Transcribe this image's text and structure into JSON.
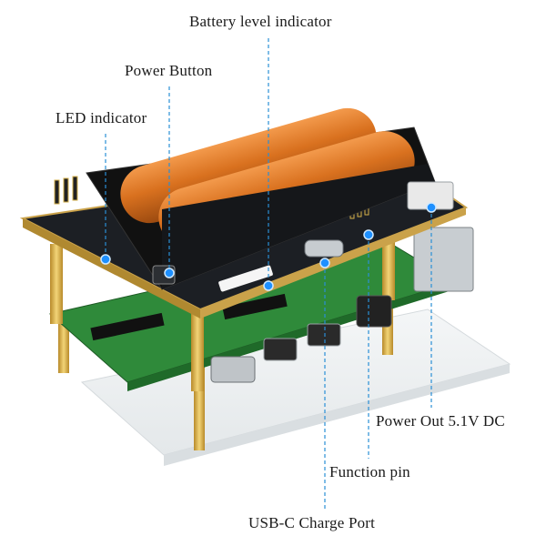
{
  "callouts": {
    "battery_level": "Battery level indicator",
    "power_button": "Power Button",
    "led": "LED indicator",
    "power_out": "Power Out 5.1V DC",
    "function_pin": "Function pin",
    "usbc": "USB-C Charge Port"
  },
  "colors": {
    "pcb": "#1c1f24",
    "pcb_edge": "#caa24a",
    "battery": "#d9711f",
    "raspberry_pcb": "#2f8a3a",
    "standoff": "#e6c35a",
    "marker": "#1e90ff",
    "leader": "#2a8fd6"
  },
  "icons": [
    "marker-dot"
  ]
}
